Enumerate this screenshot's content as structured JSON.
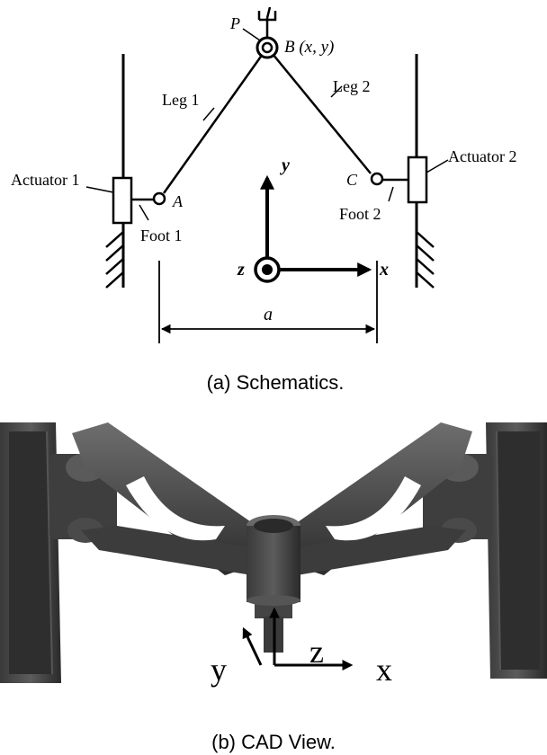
{
  "schematic": {
    "labels": {
      "P": "P",
      "B": "B (x, y)",
      "leg1": "Leg 1",
      "leg2": "Leg 2",
      "actuator1": "Actuator 1",
      "actuator2": "Actuator 2",
      "A": "A",
      "C": "C",
      "foot1": "Foot 1",
      "foot2": "Foot 2",
      "y": "y",
      "z": "z",
      "x": "x",
      "a": "a"
    },
    "caption": "(a) Schematics."
  },
  "cad": {
    "axes": {
      "y": "y",
      "z": "z",
      "x": "x"
    },
    "caption": "(b) CAD View."
  }
}
